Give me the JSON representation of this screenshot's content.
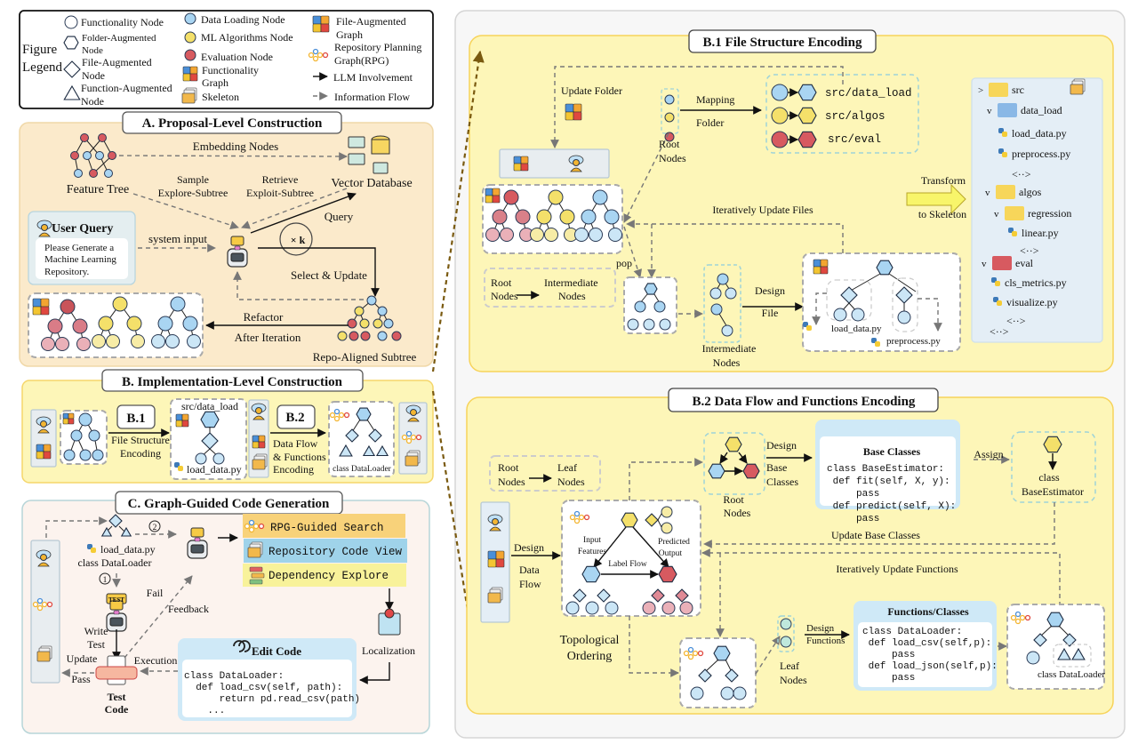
{
  "colors": {
    "data_loading": "#a9d5f2",
    "ml_algorithms": "#f4e06a",
    "evaluation": "#d75a60",
    "panel_a": "#fbeacb",
    "panel_b": "#fdf6b8",
    "panel_c": "#fcf3ee",
    "rpg_search": "#f8d27a",
    "code_view": "#9fd3ea",
    "dependency": "#f8f29a"
  },
  "legend": {
    "title": [
      "Figure",
      "Legend"
    ],
    "functionality_node": "Functionality Node",
    "folder_node": [
      "Folder-Augmented",
      "Node"
    ],
    "file_node": [
      "File-Augmented",
      "Node"
    ],
    "function_node": [
      "Function-Augmented",
      "Node"
    ],
    "data_loading_node": "Data Loading Node",
    "ml_node": "ML Algorithms Node",
    "eval_node": "Evaluation Node",
    "functionality_graph": [
      "Functionality",
      "Graph"
    ],
    "skeleton": "Skeleton",
    "file_graph": [
      "File-Augmented",
      "Graph"
    ],
    "rpg": [
      "Repository Planning",
      "Graph(RPG)"
    ],
    "llm": "LLM Involvement",
    "info_flow": "Information Flow"
  },
  "section_a": {
    "title": "A. Proposal-Level Construction",
    "feature_tree": "Feature Tree",
    "embedding_nodes": "Embedding Nodes",
    "vector_db": "Vector Database",
    "sample": [
      "Sample",
      "Explore-Subtree"
    ],
    "retrieve": [
      "Retrieve",
      "Exploit-Subtree"
    ],
    "user_query_title": "User Query",
    "user_query_text": [
      "Please Generate a",
      "Machine Learning",
      "Repository."
    ],
    "system_input": "system input",
    "query": "Query",
    "times_k": "× k",
    "select_update": "Select & Update",
    "refactor": "Refactor",
    "after_iteration": "After Iteration",
    "repo_subtree": "Repo-Aligned Subtree"
  },
  "section_b": {
    "title": "B. Implementation-Level Construction",
    "b1": "B.1",
    "b1_label": [
      "File Structure",
      "Encoding"
    ],
    "folder": "src/data_load",
    "file": "load_data.py",
    "b2": "B.2",
    "b2_label": [
      "Data Flow",
      "& Functions",
      "Encoding"
    ],
    "class": "class DataLoader"
  },
  "section_c": {
    "title": "C. Graph-Guided Code Generation",
    "file": "load_data.py",
    "class": "class DataLoader",
    "step1": "1",
    "step2": "2",
    "tools": [
      "RPG-Guided Search",
      "Repository Code View",
      "Dependency Explore"
    ],
    "test_badge": "TEST",
    "write_test": [
      "Write",
      "Test"
    ],
    "fail": "Fail",
    "feedback": "Feedback",
    "update": "Update",
    "pass": "Pass",
    "execution": "Execution",
    "test_code": [
      "Test",
      "Code"
    ],
    "edit_code_title": "Edit Code",
    "edit_code": [
      "class DataLoader:",
      "  def load_csv(self, path):",
      "      return pd.read_csv(path)",
      "    ..."
    ],
    "localization": "Localization"
  },
  "b1": {
    "title": "B.1 File Structure Encoding",
    "update_folder": "Update Folder",
    "mapping": "Mapping",
    "folder": "Folder",
    "root_nodes": [
      "Root",
      "Nodes"
    ],
    "folders": [
      "src/data_load",
      "src/algos",
      "src/eval"
    ],
    "iter_update_files": "Iteratively Update Files",
    "pop": "pop",
    "root_to_inter": [
      "Root",
      "Nodes",
      "Intermediate",
      "Nodes"
    ],
    "intermediate_nodes": [
      "Intermediate",
      "Nodes"
    ],
    "design_file": [
      "Design",
      "File"
    ],
    "file_a": "load_data.py",
    "file_b": "preprocess.py",
    "transform": [
      "Transform",
      "to Skeleton"
    ],
    "tree": [
      {
        "label": "src",
        "chevron": ">"
      },
      {
        "label": "data_load",
        "chevron": "v"
      },
      {
        "label": "load_data.py",
        "chevron": ""
      },
      {
        "label": "preprocess.py",
        "chevron": ""
      },
      {
        "label": "<··>",
        "chevron": ""
      },
      {
        "label": "algos",
        "chevron": "v"
      },
      {
        "label": "regression",
        "chevron": "v"
      },
      {
        "label": "linear.py",
        "chevron": ""
      },
      {
        "label": "<··>",
        "chevron": ""
      },
      {
        "label": "eval",
        "chevron": "v"
      },
      {
        "label": "cls_metrics.py",
        "chevron": ""
      },
      {
        "label": "visualize.py",
        "chevron": ""
      },
      {
        "label": "<··>",
        "chevron": ""
      },
      {
        "label": "<··>",
        "chevron": ""
      }
    ]
  },
  "b2": {
    "title": "B.2 Data Flow and Functions Encoding",
    "root_to_leaf": [
      "Root",
      "Nodes",
      "Leaf",
      "Nodes"
    ],
    "design_data_flow": [
      "Design",
      "Data",
      "Flow"
    ],
    "input_features": [
      "Input",
      "Features"
    ],
    "predicted_output": [
      "Predicted",
      "Output"
    ],
    "label_flow": "Label Flow",
    "topological": [
      "Topological",
      "Ordering"
    ],
    "root_nodes": [
      "Root",
      "Nodes"
    ],
    "design_base": [
      "Design",
      "Base",
      "Classes"
    ],
    "base_classes_title": "Base Classes",
    "base_code": [
      "class BaseEstimator:",
      " def fit(self, X, y):",
      "     pass",
      " def predict(self, X):",
      "     pass"
    ],
    "assign": "Assign",
    "base_estimator": [
      "class",
      "BaseEstimator"
    ],
    "update_base": "Update Base Classes",
    "iter_update_functions": "Iteratively Update Functions",
    "design_functions": [
      "Design",
      "Functions"
    ],
    "leaf_nodes": [
      "Leaf",
      "Nodes"
    ],
    "functions_title": "Functions/Classes",
    "functions_code": [
      "class DataLoader:",
      " def load_csv(self,p):",
      "     pass",
      " def load_json(self,p):",
      "     pass"
    ],
    "class_dataloader": "class DataLoader"
  }
}
